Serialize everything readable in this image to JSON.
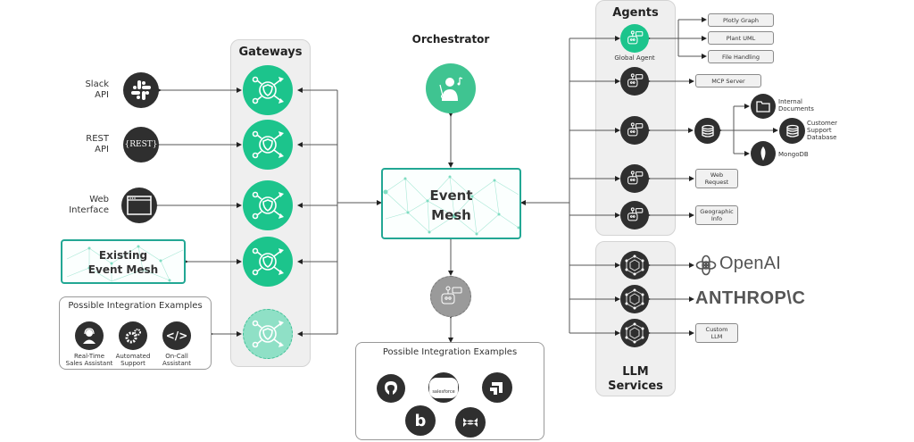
{
  "gateways": {
    "title": "Gateways",
    "color": "#1cc48c"
  },
  "sources": [
    {
      "label_line1": "Slack",
      "label_line2": "API",
      "icon": "slack-icon"
    },
    {
      "label_line1": "REST",
      "label_line2": "API",
      "icon": "rest-icon",
      "icon_text": "{REST}"
    },
    {
      "label_line1": "Web",
      "label_line2": "Interface",
      "icon": "browser-window-icon"
    }
  ],
  "existing_mesh": {
    "line1": "Existing",
    "line2": "Event Mesh"
  },
  "left_examples": {
    "title": "Possible Integration Examples",
    "items": [
      {
        "line1": "Real-Time",
        "line2": "Sales Assistant",
        "icon": "headset-user-icon"
      },
      {
        "line1": "Automated",
        "line2": "Support",
        "icon": "gears-icon"
      },
      {
        "line1": "On-Call",
        "line2": "Assistant",
        "icon": "code-icon",
        "icon_text": "</>"
      }
    ]
  },
  "orchestrator": {
    "title": "Orchestrator",
    "icon": "conductor-icon"
  },
  "event_mesh": {
    "line1": "Event",
    "line2": "Mesh",
    "color": "#22a794"
  },
  "bottom_examples": {
    "title": "Possible Integration Examples",
    "items": [
      {
        "name": "github",
        "icon": "github-icon"
      },
      {
        "name": "salesforce",
        "icon": "salesforce-icon",
        "icon_text": "salesforce"
      },
      {
        "name": "jira",
        "icon": "jira-icon"
      },
      {
        "name": "bamboohr",
        "icon": "bamboohr-icon",
        "icon_text": "b"
      },
      {
        "name": "confluence",
        "icon": "confluence-icon"
      }
    ]
  },
  "agents": {
    "title": "Agents",
    "global_agent_label": "Global Agent",
    "global_tools": [
      "Plotly Graph",
      "Plant UML",
      "File Handling"
    ],
    "mcp_server": "MCP Server",
    "data_sources": [
      {
        "line1": "Internal",
        "line2": "Documents",
        "line3": "",
        "icon": "folder-icon"
      },
      {
        "line1": "Customer",
        "line2": "Support",
        "line3": "Database",
        "icon": "database-icon"
      },
      {
        "line1": "MongoDB",
        "line2": "",
        "line3": "",
        "icon": "mongodb-leaf-icon"
      }
    ],
    "web_request": {
      "line1": "Web",
      "line2": "Request"
    },
    "geographic_info": {
      "line1": "Geographic",
      "line2": "Info"
    }
  },
  "llm_services": {
    "title_line1": "LLM",
    "title_line2": "Services",
    "providers": [
      {
        "name": "OpenAI",
        "icon": "openai-logo-icon"
      },
      {
        "name": "ANTHROP\\C",
        "icon": "anthropic-wordmark"
      },
      {
        "line1": "Custom",
        "line2": "LLM"
      }
    ]
  }
}
